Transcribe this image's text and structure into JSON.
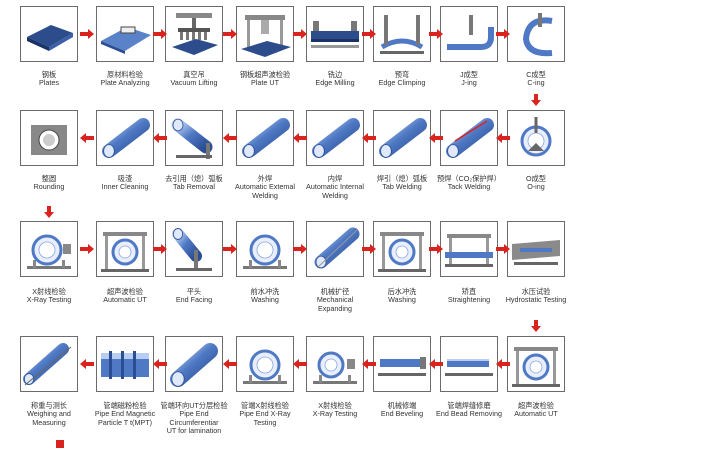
{
  "diagram": {
    "colors": {
      "arrow": "#d9231e",
      "pipe": "#4f79c4",
      "pipe_light": "#b7cdf1",
      "frame": "#777777",
      "plate": "#2c4c8c"
    },
    "rows": [
      [
        {
          "cn": "钢板",
          "en": [
            "Plates"
          ],
          "icon": "plate-icon"
        },
        {
          "cn": "原材料检验",
          "en": [
            "Plate Analyzing"
          ],
          "icon": "plate-analyzing-icon"
        },
        {
          "cn": "真空吊",
          "en": [
            "Vacuum Lifting"
          ],
          "icon": "vacuum-lifting-icon"
        },
        {
          "cn": "钢板超声波检验",
          "en": [
            "Plate UT"
          ],
          "icon": "plate-ut-icon"
        },
        {
          "cn": "铣边",
          "en": [
            "Edge Milling"
          ],
          "icon": "edge-milling-icon"
        },
        {
          "cn": "预弯",
          "en": [
            "Edge Climping"
          ],
          "icon": "edge-crimping-icon"
        },
        {
          "cn": "J成型",
          "en": [
            "J-ing"
          ],
          "icon": "j-forming-icon"
        },
        {
          "cn": "C成型",
          "en": [
            "C-ing"
          ],
          "icon": "c-forming-icon"
        }
      ],
      [
        {
          "cn": "整圆",
          "en": [
            "Rounding"
          ],
          "icon": "rounding-icon"
        },
        {
          "cn": "吸渣",
          "en": [
            "Inner Cleaning"
          ],
          "icon": "inner-cleaning-icon"
        },
        {
          "cn": "去引用（熄）弧板",
          "en": [
            "Tab Removal"
          ],
          "icon": "tab-removal-icon"
        },
        {
          "cn": "外焊",
          "en": [
            "Automatic Extemal",
            "Welding"
          ],
          "icon": "external-welding-icon"
        },
        {
          "cn": "内焊",
          "en": [
            "Automatic Internal",
            "Welding"
          ],
          "icon": "internal-welding-icon"
        },
        {
          "cn": "焊引（熄）弧板",
          "en": [
            "Tab Welding"
          ],
          "icon": "tab-welding-icon"
        },
        {
          "cn": "预焊（CO₂保护焊）",
          "en": [
            "Tack Welding"
          ],
          "icon": "tack-welding-icon"
        },
        {
          "cn": "O成型",
          "en": [
            "O-ing"
          ],
          "icon": "o-forming-icon"
        }
      ],
      [
        {
          "cn": "X射线检验",
          "en": [
            "X-Ray Testing"
          ],
          "icon": "xray-testing-icon"
        },
        {
          "cn": "超声波检验",
          "en": [
            "Automatic UT"
          ],
          "icon": "automatic-ut-icon"
        },
        {
          "cn": "平头",
          "en": [
            "End Facing"
          ],
          "icon": "end-facing-icon"
        },
        {
          "cn": "前水冲洗",
          "en": [
            "Washing"
          ],
          "icon": "washing-icon"
        },
        {
          "cn": "机械扩径",
          "en": [
            "Mechanical",
            "Expanding"
          ],
          "icon": "mechanical-expanding-icon"
        },
        {
          "cn": "后水冲洗",
          "en": [
            "Washing"
          ],
          "icon": "washing-2-icon"
        },
        {
          "cn": "矫直",
          "en": [
            "Straightening"
          ],
          "icon": "straightening-icon"
        },
        {
          "cn": "水压试验",
          "en": [
            "Hydrostatic Testing"
          ],
          "icon": "hydrostatic-testing-icon"
        }
      ],
      [
        {
          "cn": "称重与测长",
          "en": [
            "Weighing and",
            "Measuring"
          ],
          "icon": "weighing-icon"
        },
        {
          "cn": "管端磁粉检验",
          "en": [
            "Pipe End Magnetic",
            "Particle T t(MPT)"
          ],
          "icon": "mpt-icon"
        },
        {
          "cn": "管端环向UT分层检验",
          "en": [
            "Pipe End",
            "Circumferentiar",
            "UT for lamination"
          ],
          "icon": "circumferential-ut-icon"
        },
        {
          "cn": "管端X射线检验",
          "en": [
            "Pipe End X-Ray",
            "Testing"
          ],
          "icon": "pipe-end-xray-icon"
        },
        {
          "cn": "X射线检验",
          "en": [
            "X-Ray Testing"
          ],
          "icon": "xray-testing-2-icon"
        },
        {
          "cn": "机械修端",
          "en": [
            "End Beveling"
          ],
          "icon": "end-beveling-icon"
        },
        {
          "cn": "管端焊缝修磨",
          "en": [
            "End Bead Removing"
          ],
          "icon": "bead-removing-icon"
        },
        {
          "cn": "超声波检验",
          "en": [
            "Automatic UT"
          ],
          "icon": "automatic-ut-2-icon"
        }
      ]
    ]
  }
}
